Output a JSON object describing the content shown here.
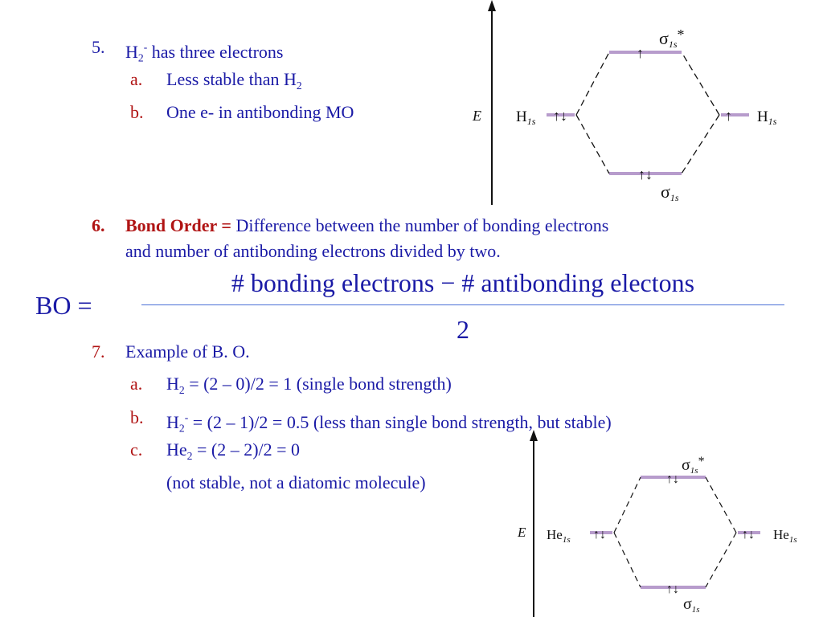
{
  "item5": {
    "num": "5.",
    "h": "H",
    "sub": "2",
    "sup": "-",
    "rest": " has three electrons",
    "a": {
      "label": "a.",
      "text": "Less stable than H",
      "sub": "2"
    },
    "b": {
      "label": "b.",
      "text": "One e- in antibonding MO"
    }
  },
  "diagram1": {
    "axis_label": "E",
    "left": {
      "atom": "H",
      "sub": "1s",
      "spin": "↑↓"
    },
    "right": {
      "atom": "H",
      "sub": "1s",
      "spin": "↑"
    },
    "top": {
      "sym": "σ",
      "sub": "1s",
      "star": "*",
      "spin": "↑"
    },
    "bottom": {
      "sym": "σ",
      "sub": "1s",
      "spin": "↑↓"
    }
  },
  "item6": {
    "num": "6.",
    "term": "Bond Order =",
    "text1": " Difference between the number of bonding electrons",
    "text2": "and number of antibonding electrons divided by two."
  },
  "equation": {
    "lhs": "BO  =",
    "numerator": "#  bonding electrons  −  #  antibonding electons",
    "denominator": "2"
  },
  "item7": {
    "num": "7.",
    "text": "Example of B. O.",
    "a": {
      "label": "a.",
      "h": "H",
      "sub": "2",
      "text": " = (2 – 0)/2 = 1  (single bond strength)"
    },
    "b": {
      "label": "b.",
      "h": "H",
      "sub": "2",
      "sup": "-",
      "text": " = (2 – 1)/2 = 0.5   (less than single bond strength, but stable)"
    },
    "c": {
      "label": "c.",
      "h": "He",
      "sub": "2",
      "text": " = (2 – 2)/2 = 0"
    },
    "c_note": "(not stable, not a diatomic molecule)"
  },
  "diagram2": {
    "axis_label": "E",
    "left": {
      "atom": "He",
      "sub": "1s",
      "spin": "↑↓"
    },
    "right": {
      "atom": "He",
      "sub": "1s",
      "spin": "↑↓"
    },
    "top": {
      "sym": "σ",
      "sub": "1s",
      "star": "*",
      "spin": "↑↓"
    },
    "bottom": {
      "sym": "σ",
      "sub": "1s",
      "spin": "↑↓"
    }
  },
  "colors": {
    "text": "#1a1aa6",
    "accent": "#b01414",
    "orbital": "#b79ccc"
  }
}
